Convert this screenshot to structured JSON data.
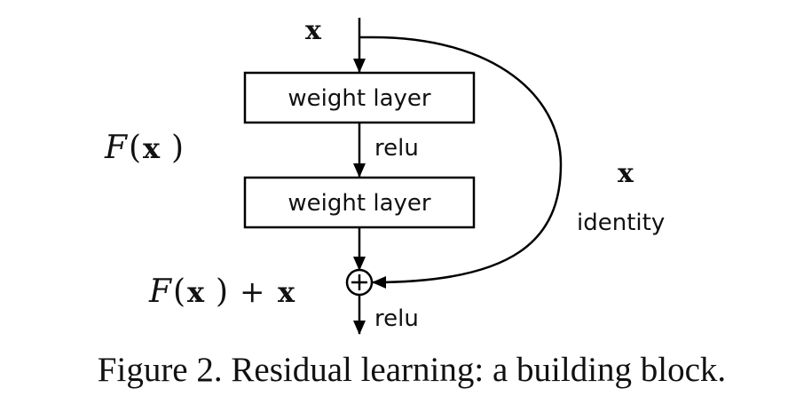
{
  "diagram": {
    "input_label": "x",
    "layers": [
      {
        "label": "weight layer"
      },
      {
        "label": "weight layer"
      }
    ],
    "activation_mid": "relu",
    "activation_out": "relu",
    "residual_function_label": {
      "script": "F",
      "open": "(",
      "var": "x",
      "close": ")"
    },
    "output_label": {
      "script": "F",
      "open": "(",
      "var": "x",
      "close": ")",
      "op": "+",
      "var2": "x"
    },
    "skip_label_var": "x",
    "skip_label_text": "identity",
    "sum_symbol": "+"
  },
  "caption": "Figure 2. Residual learning: a building block.",
  "colors": {
    "stroke": "#000000",
    "background": "#ffffff"
  }
}
